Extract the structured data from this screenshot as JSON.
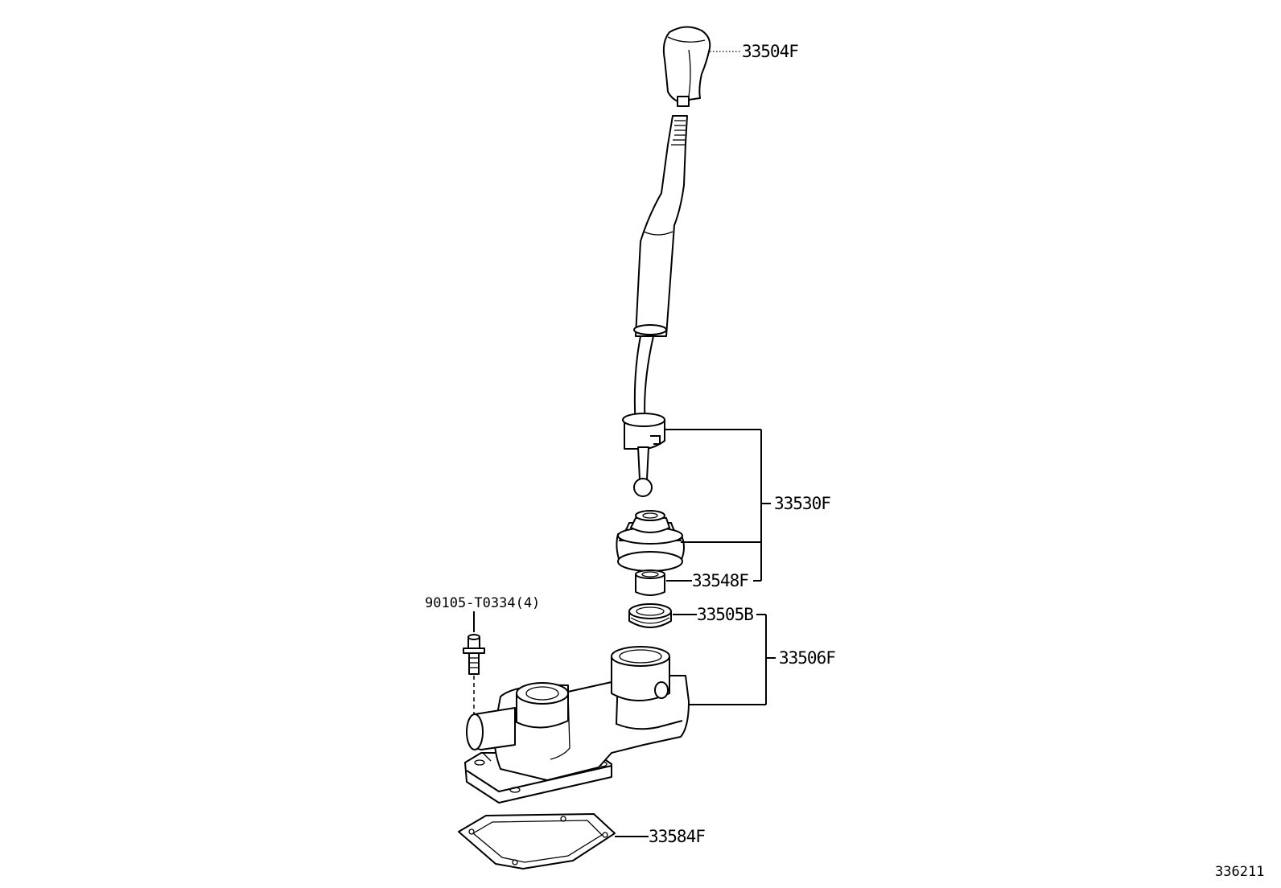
{
  "diagram": {
    "callouts": {
      "knob": "33504F",
      "lever_assembly": "33530F",
      "bushing": "33548F",
      "seal": "33505B",
      "retainer_assembly": "33506F",
      "gasket": "33584F",
      "bolt": "90105-T0334(4)"
    },
    "figure_number": "336211"
  }
}
